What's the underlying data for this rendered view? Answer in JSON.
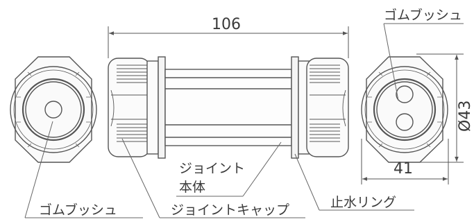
{
  "dimensions": {
    "length": "106",
    "diameter": "Ø43",
    "width": "41"
  },
  "labels": {
    "bushing_top": "ゴムブッシュ",
    "bushing_bottom": "ゴムブッシュ",
    "joint_body_line1": "ジョイント",
    "joint_body_line2": "本体",
    "joint_cap": "ジョイントキャップ",
    "waterstop_ring": "止水リング"
  }
}
